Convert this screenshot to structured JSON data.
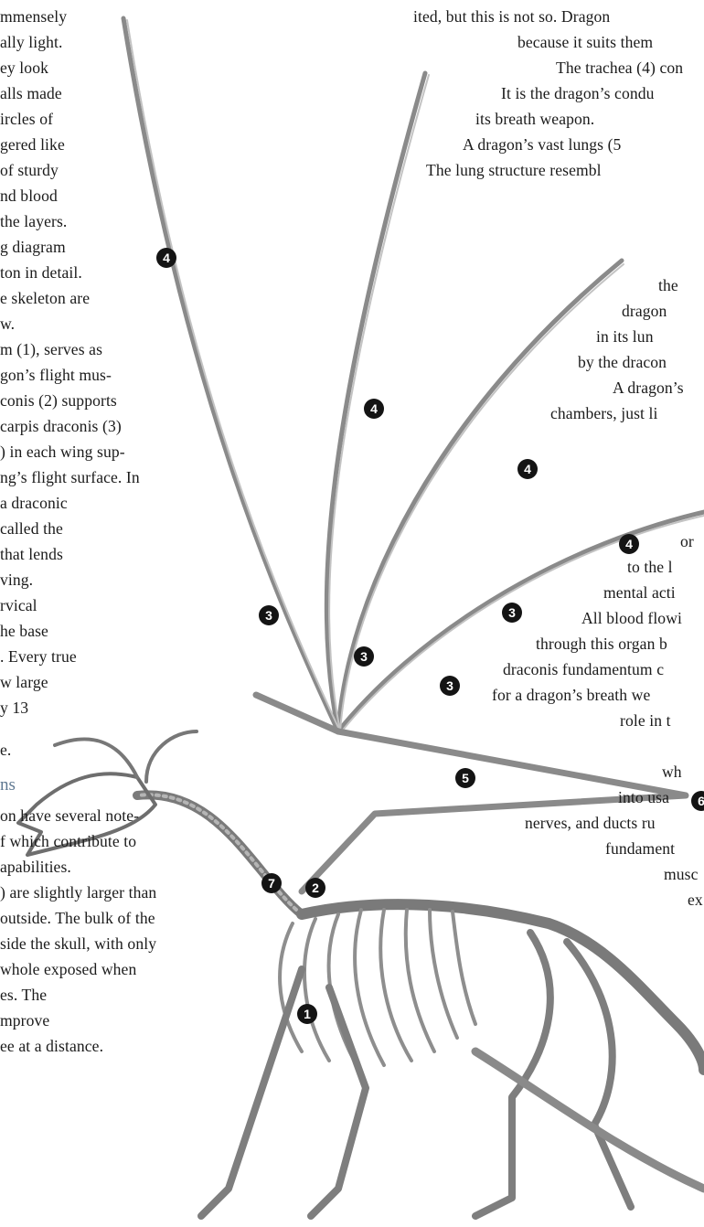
{
  "left_column": {
    "lines": [
      "mmensely",
      "ally light.",
      "ey look",
      "alls made",
      "ircles of",
      "gered like",
      "of sturdy",
      "nd blood",
      "the layers.",
      "g diagram",
      "ton in detail.",
      "e skeleton are",
      "w.",
      "m (1), serves as",
      "gon’s flight mus-",
      "conis (2) supports",
      "carpis draconis (3)",
      ") in each wing sup-",
      "ng’s flight surface. In",
      "a draconic",
      "called the",
      "that lends",
      "ving.",
      "rvical",
      "he base",
      ". Every true",
      "w large",
      "y 13",
      "e."
    ],
    "section_heading": "ns",
    "section_lines": [
      "on have several note-",
      "f which contribute to",
      "apabilities.",
      ") are slightly larger than",
      " outside. The bulk of the",
      "side the skull, with only",
      " whole exposed when",
      "es. The",
      "mprove",
      "ee at a distance."
    ]
  },
  "right_column": {
    "lines": [
      "ited, but this is not so. Dragon",
      "because it suits them",
      "The trachea (4) con",
      "It is the dragon’s condu",
      "its breath weapon.",
      "A dragon’s vast lungs (5",
      "The lung structure resembl",
      "the",
      "dragon",
      "in its lun",
      "by the dracon",
      "A dragon’s",
      "chambers, just li",
      "or",
      "to the l",
      "mental acti",
      "All blood flowi",
      "through this organ b",
      "draconis fundamentum c",
      "for a dragon’s breath we",
      "role in t",
      "wh",
      "into usa",
      "nerves, and ducts ru",
      "fundament",
      "musc",
      "ex"
    ]
  },
  "callouts": [
    "1",
    "2",
    "3",
    "4",
    "5",
    "6",
    "7"
  ],
  "colors": {
    "heading": "#5f7891",
    "callout_fill": "#141414",
    "bone_stroke": "#8a8a8a"
  }
}
